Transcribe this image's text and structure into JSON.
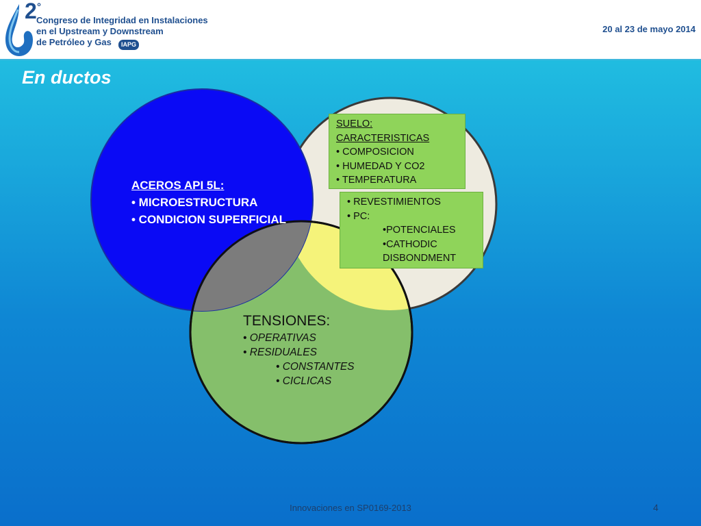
{
  "header": {
    "logo_number": "2",
    "logo_degree": "°",
    "conference_lines": [
      "Congreso de Integridad en Instalaciones",
      "en el Upstream y Downstream",
      "de Petróleo y Gas"
    ],
    "org_badge": "IAPG",
    "date": "20 al 23 de mayo 2014"
  },
  "slide": {
    "title": "En ductos"
  },
  "venn": {
    "blue": {
      "heading": "ACEROS API 5L:",
      "items": [
        "• MICROESTRUCTURA",
        "• CONDICION SUPERFICIAL"
      ]
    },
    "suelo_box": {
      "heading_lines": [
        "SUELO:",
        "CARACTERISTICAS"
      ],
      "items": [
        "• COMPOSICION",
        "• HUMEDAD Y CO2",
        "• TEMPERATURA"
      ]
    },
    "revest_box": {
      "items": [
        "• REVESTIMIENTOS",
        "• PC:"
      ],
      "sub_items": [
        "•POTENCIALES",
        "•CATHODIC",
        "DISBONDMENT"
      ]
    },
    "green": {
      "heading": "TENSIONES:",
      "items": [
        "• OPERATIVAS",
        "•  RESIDUALES"
      ],
      "sub_items": [
        "• CONSTANTES",
        "• CICLICAS"
      ]
    },
    "colors": {
      "blue_circle": "#0a0af5",
      "beige_circle": "#eeebe0",
      "green_circle": "#85bf6b",
      "yellow_overlap": "#f5f37a",
      "grey_overlap": "#7c7c7c",
      "box_green": "#8fd45a"
    }
  },
  "footer": {
    "text": "Innovaciones en SP0169-2013",
    "page_number": "4"
  }
}
